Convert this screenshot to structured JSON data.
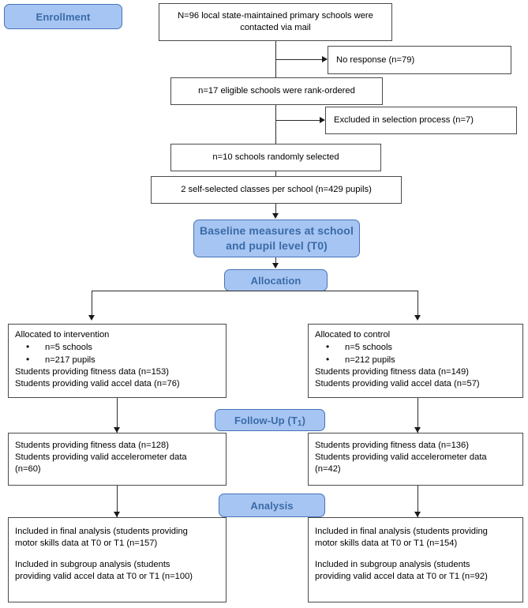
{
  "diagram": {
    "title": "CONSORT participant flow diagram",
    "colors": {
      "stage_fill": "#a7c5f2",
      "stage_border": "#4773b8",
      "stage_text": "#3a6ba8",
      "box_border": "#4a4a4a",
      "connector": "#1a1a1a",
      "background": "#ffffff"
    }
  },
  "stages": {
    "enrollment": "Enrollment",
    "baseline_line1": "Baseline measures at school",
    "baseline_line2": "and pupil level (T0)",
    "allocation": "Allocation",
    "followup_label": "Follow-Up (T",
    "followup_sub": "1",
    "followup_close": ")",
    "analysis": "Analysis"
  },
  "enrollment": {
    "contacted_line1": "N=96 local state-maintained primary schools were",
    "contacted_line2": "contacted via mail",
    "no_response": "No response (n=79)",
    "eligible": "n=17 eligible schools were rank-ordered",
    "excluded": "Excluded in selection process (n=7)",
    "selected": "n=10 schools randomly selected",
    "classes": "2 self-selected classes per school (n=429 pupils)"
  },
  "allocation": {
    "intervention": {
      "heading": "Allocated to intervention",
      "bullets": [
        "n=5 schools",
        "n=217 pupils"
      ],
      "fitness": "Students providing fitness data (n=153)",
      "accel": "Students providing valid accel data (n=76)"
    },
    "control": {
      "heading": "Allocated to control",
      "bullets": [
        "n=5 schools",
        "n=212 pupils"
      ],
      "fitness": "Students providing fitness data (n=149)",
      "accel": "Students providing valid accel data (n=57)"
    }
  },
  "followup": {
    "intervention": {
      "fitness": "Students providing fitness data (n=128)",
      "accel_line1": "Students providing valid accelerometer data",
      "accel_line2": "(n=60)"
    },
    "control": {
      "fitness": "Students providing fitness data (n=136)",
      "accel_line1": "Students providing valid accelerometer data",
      "accel_line2": "(n=42)"
    }
  },
  "analysis": {
    "intervention": {
      "final_line1": "Included in final analysis (students providing",
      "final_line2": "motor skills data at T0 or T1 (n=157)",
      "subgroup_line1": "Included in subgroup analysis (students",
      "subgroup_line2": "providing valid accel data at T0 or T1 (n=100)"
    },
    "control": {
      "final_line1": "Included in final analysis (students providing",
      "final_line2": "motor skills data at T0 or T1 (n=154)",
      "subgroup_line1": "Included in subgroup analysis (students",
      "subgroup_line2": "providing valid accel data at T0 or T1 (n=92)"
    }
  },
  "chart_data": {
    "type": "table",
    "title": "CONSORT participant flow",
    "nodes": [
      {
        "stage": "Enrollment",
        "label": "Schools contacted via mail",
        "n": 96
      },
      {
        "stage": "Enrollment",
        "label": "No response",
        "n": 79
      },
      {
        "stage": "Enrollment",
        "label": "Eligible schools rank-ordered",
        "n": 17
      },
      {
        "stage": "Enrollment",
        "label": "Excluded in selection process",
        "n": 7
      },
      {
        "stage": "Enrollment",
        "label": "Schools randomly selected",
        "n": 10
      },
      {
        "stage": "Enrollment",
        "label": "Pupils in 2 self-selected classes per school",
        "n": 429
      },
      {
        "stage": "Allocation",
        "label": "Intervention schools",
        "n": 5
      },
      {
        "stage": "Allocation",
        "label": "Intervention pupils",
        "n": 217
      },
      {
        "stage": "Allocation",
        "label": "Intervention fitness data",
        "n": 153
      },
      {
        "stage": "Allocation",
        "label": "Intervention valid accel data",
        "n": 76
      },
      {
        "stage": "Allocation",
        "label": "Control schools",
        "n": 5
      },
      {
        "stage": "Allocation",
        "label": "Control pupils",
        "n": 212
      },
      {
        "stage": "Allocation",
        "label": "Control fitness data",
        "n": 149
      },
      {
        "stage": "Allocation",
        "label": "Control valid accel data",
        "n": 57
      },
      {
        "stage": "Follow-Up (T1)",
        "label": "Intervention fitness data",
        "n": 128
      },
      {
        "stage": "Follow-Up (T1)",
        "label": "Intervention valid accelerometer data",
        "n": 60
      },
      {
        "stage": "Follow-Up (T1)",
        "label": "Control fitness data",
        "n": 136
      },
      {
        "stage": "Follow-Up (T1)",
        "label": "Control valid accelerometer data",
        "n": 42
      },
      {
        "stage": "Analysis",
        "label": "Intervention final analysis motor skills T0 or T1",
        "n": 157
      },
      {
        "stage": "Analysis",
        "label": "Intervention subgroup valid accel T0 or T1",
        "n": 100
      },
      {
        "stage": "Analysis",
        "label": "Control final analysis motor skills T0 or T1",
        "n": 154
      },
      {
        "stage": "Analysis",
        "label": "Control subgroup valid accel T0 or T1",
        "n": 92
      }
    ]
  }
}
